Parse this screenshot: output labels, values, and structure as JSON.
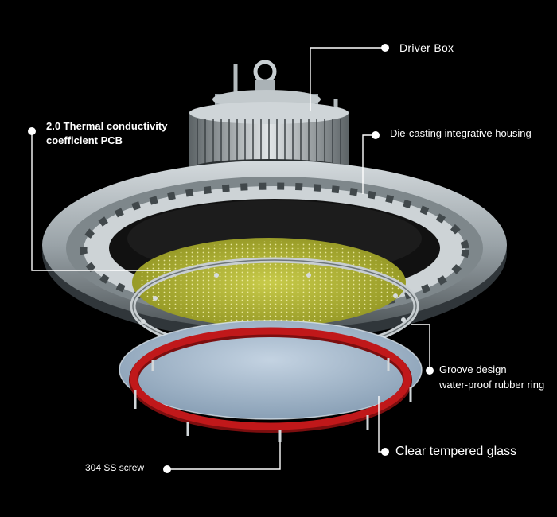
{
  "labels": {
    "driver_box": "Driver Box",
    "housing": "Die-casting integrative housing",
    "pcb_line1": "2.0  Thermal conductivity",
    "pcb_line2": "coefficient PCB",
    "groove_line1": "Groove design",
    "groove_line2": "water-proof rubber ring",
    "glass": "Clear  tempered glass",
    "screw": "304 SS screw"
  },
  "colors": {
    "background": "#000000",
    "housing": "#9aa3a8",
    "pcb": "#b5b83a",
    "rubber_ring": "#c0181a",
    "glass": "#9ab0c6",
    "leader_line": "#ffffff"
  }
}
